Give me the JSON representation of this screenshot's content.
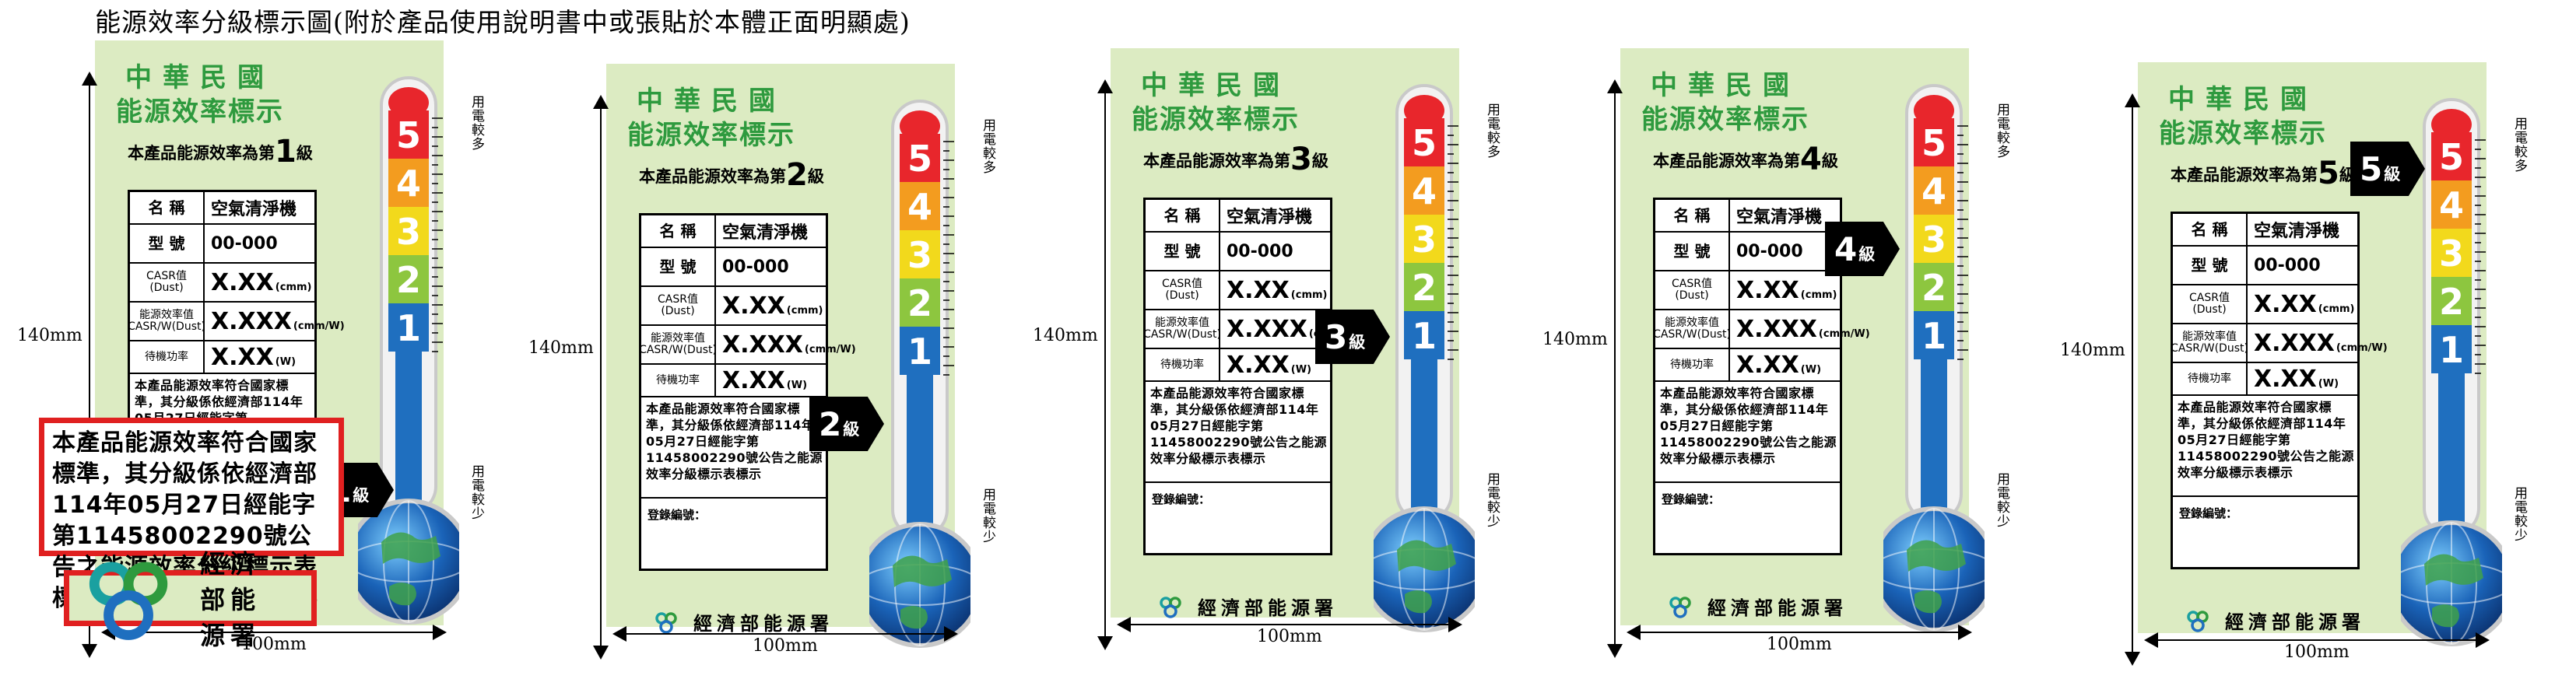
{
  "heading": "能源效率分級標示圖(附於產品使用說明書中或張貼於本體正面明顯處)",
  "dimensions": {
    "height": "140mm",
    "width": "100mm"
  },
  "common": {
    "title_line1": "中華民國",
    "title_line2": "能源效率標示",
    "grade_prefix": "本產品能源效率為第",
    "grade_suffix": "級",
    "rows": [
      {
        "label": "名 稱",
        "value": "空氣清淨機"
      },
      {
        "label": "型 號",
        "value": "00-000"
      },
      {
        "label": "CASR值\n(Dust)",
        "value": "X.XX",
        "unit": "(cmm)"
      },
      {
        "label": "能源效率值\nCASR/W(Dust)",
        "value": "X.XXX",
        "unit": "(cmm/W)"
      },
      {
        "label": "待機功率",
        "value": "X.XX",
        "unit": "(W)"
      }
    ],
    "paragraph": "本產品能源效率符合國家標準，其分級係依經濟部114年05月27日經能字第11458002290號公告之能源效率分級標示表標示",
    "reg_label": "登錄編號：",
    "agency": "經濟部能源署",
    "more_power": "用電較多",
    "less_power": "用電較少",
    "scale": [
      "5",
      "4",
      "3",
      "2",
      "1"
    ],
    "arrow_suffix": "級"
  },
  "labels": [
    {
      "grade": "1"
    },
    {
      "grade": "2"
    },
    {
      "grade": "3"
    },
    {
      "grade": "4"
    },
    {
      "grade": "5"
    }
  ],
  "callout": {
    "text": "本產品能源效率符合國家標準，其分級係依經濟部114年05月27日經能字第11458002290號公告之能源效率分級標示表標示",
    "agency": "經濟部能源署"
  },
  "colors": {
    "card_bg": "#dcebc2",
    "title_green": "#2e9a3e",
    "level5": "#e8262c",
    "level4": "#f39c1f",
    "level3": "#f2d91c",
    "level2": "#8dc63f",
    "level1": "#1f6fbf",
    "callout_red": "#e02020"
  }
}
